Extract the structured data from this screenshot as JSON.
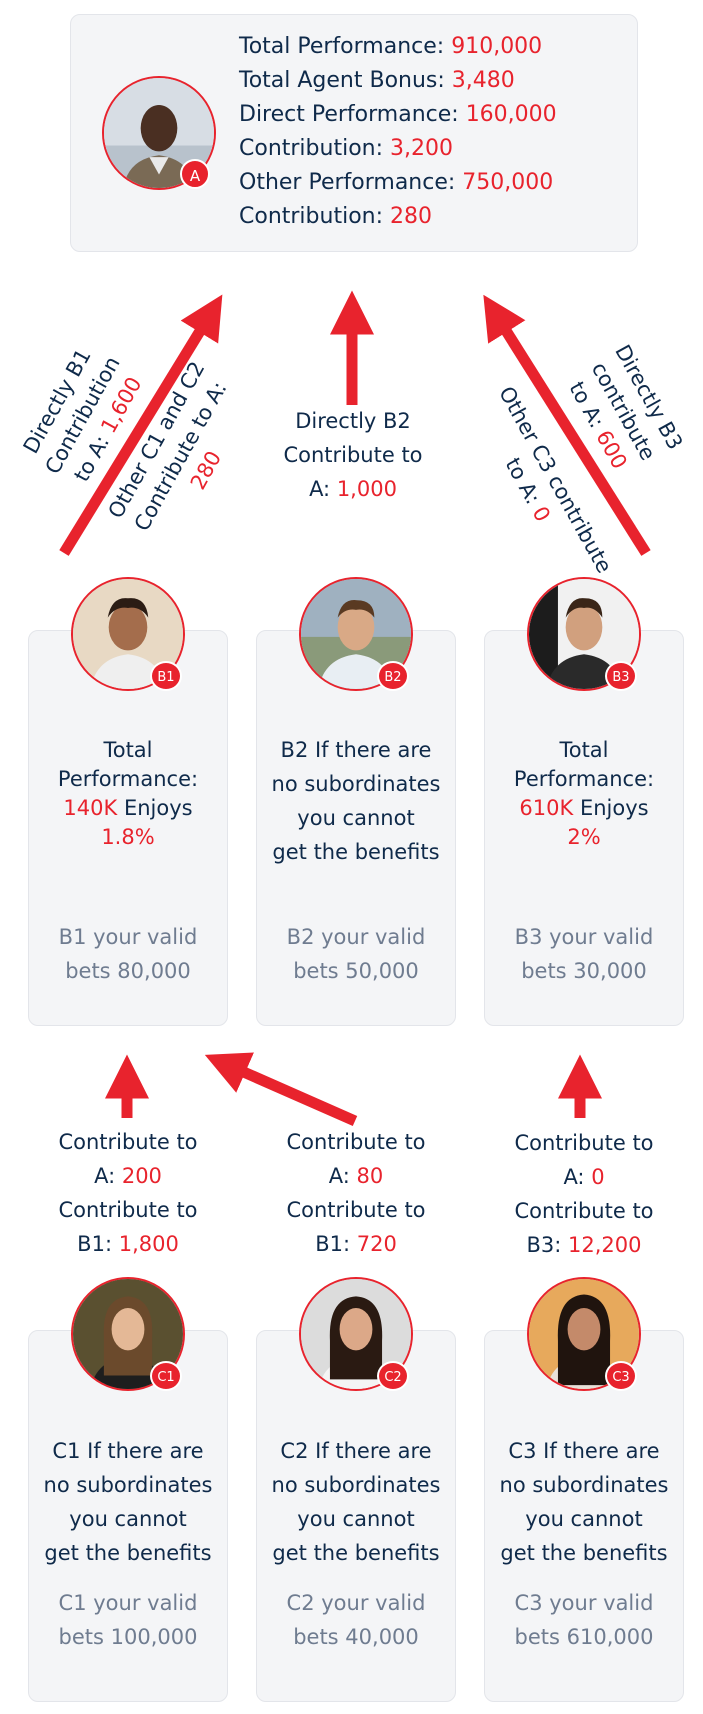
{
  "top": {
    "badge": "A",
    "lines": [
      {
        "label": "Total Performance: ",
        "value": "910,000"
      },
      {
        "label": "Total Agent Bonus: ",
        "value": "3,480"
      },
      {
        "label": "Direct Performance: ",
        "value": "160,000"
      },
      {
        "label": "Contribution: ",
        "value": "3,200"
      },
      {
        "label": "Other Performance: ",
        "value": "750,000"
      },
      {
        "label": "Contribution: ",
        "value": "280"
      }
    ]
  },
  "arrow_labels": {
    "b1_line1": "Directly B1",
    "b1_line2": "Contribution",
    "b1_line3_a": "to A: ",
    "b1_line3_b": "1,600",
    "other_c12_line1": "Other C1 and C2",
    "other_c12_line2": "Contribute to A:",
    "other_c12_line3": "280",
    "b2_line1": "Directly B2",
    "b2_line2": "Contribute to",
    "b2_line3_a": "A: ",
    "b2_line3_b": "1,000",
    "b3_line1": "Directly B3",
    "b3_line2": "contribute",
    "b3_line3_a": "to A: ",
    "b3_line3_b": "600",
    "other_c3_line1": "Other C3 contribute",
    "other_c3_line2_a": "to A: ",
    "other_c3_line2_b": "0"
  },
  "b_cards": [
    {
      "badge": "B1",
      "desc_a": "Total",
      "desc_b": "Performance:",
      "desc_c_red": "140K",
      "desc_c": " Enjoys",
      "desc_d_red": "1.8%",
      "bets_a": "B1 your valid",
      "bets_b": "bets 80,000"
    },
    {
      "badge": "B2",
      "desc_a": "B2 If there are",
      "desc_b": "no subordinates",
      "desc_c": "you cannot",
      "desc_d": "get the benefits",
      "bets_a": "B2 your valid",
      "bets_b": "bets 50,000"
    },
    {
      "badge": "B3",
      "desc_a": "Total",
      "desc_b": "Performance:",
      "desc_c_red": "610K",
      "desc_c": " Enjoys",
      "desc_d_red": "2%",
      "bets_a": "B3 your valid",
      "bets_b": "bets 30,000"
    }
  ],
  "c_labels": [
    {
      "l1": "Contribute to",
      "l2a": "A: ",
      "l2b": "200",
      "l3": "Contribute to",
      "l4a": "B1: ",
      "l4b": "1,800"
    },
    {
      "l1": "Contribute to",
      "l2a": "A: ",
      "l2b": "80",
      "l3": "Contribute to",
      "l4a": "B1: ",
      "l4b": "720"
    },
    {
      "l1": "Contribute to",
      "l2a": "A: ",
      "l2b": "0",
      "l3": "Contribute to",
      "l4a": "B3: ",
      "l4b": "12,200"
    }
  ],
  "c_cards": [
    {
      "badge": "C1",
      "d1": "C1 If there are",
      "d2": "no subordinates",
      "d3": "you cannot",
      "d4": "get the benefits",
      "bets_a": "C1 your valid",
      "bets_b": "bets 100,000"
    },
    {
      "badge": "C2",
      "d1": "C2 If there are",
      "d2": "no subordinates",
      "d3": "you cannot",
      "d4": "get the benefits",
      "bets_a": "C2 your valid",
      "bets_b": "bets 40,000"
    },
    {
      "badge": "C3",
      "d1": "C3 If there are",
      "d2": "no subordinates",
      "d3": "you cannot",
      "d4": "get the benefits",
      "bets_a": "C3 your valid",
      "bets_b": "bets 610,000"
    }
  ],
  "colors": {
    "accent_red": "#e8232d",
    "text_navy": "#0f2a4a",
    "muted_grey": "#6f7c90",
    "card_bg": "#f4f5f7"
  }
}
